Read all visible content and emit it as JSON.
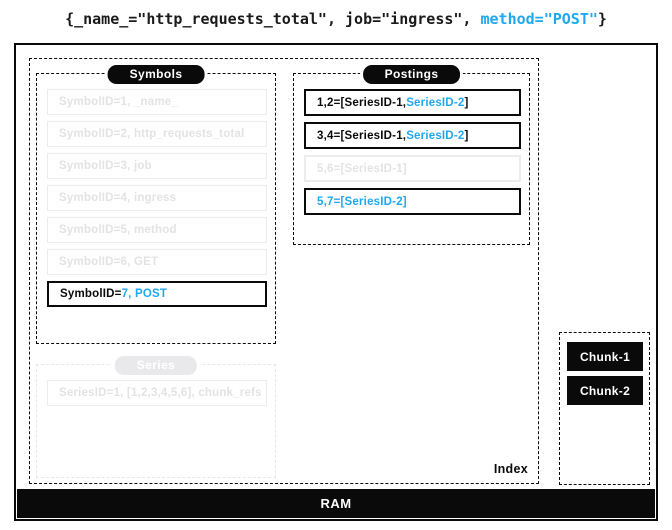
{
  "accent_color": "#1fa8f0",
  "dim_color": "#e3e3e6",
  "query": {
    "prefix": "{_name_=\"http_requests_total\", job=\"ingress\", ",
    "highlight": "method=\"POST\"",
    "suffix": "}"
  },
  "index": {
    "label": "Index",
    "symbols": {
      "label": "Symbols",
      "rows": [
        {
          "text": "SymbolID=1, _name_",
          "state": "dim"
        },
        {
          "text": "SymbolID=2, http_requests_total",
          "state": "dim"
        },
        {
          "text": "SymbolID=3, job",
          "state": "dim"
        },
        {
          "text": "SymbolID=4, ingress",
          "state": "dim"
        },
        {
          "text": "SymbolID=5, method",
          "state": "dim"
        },
        {
          "text": "SymbolID=6, GET",
          "state": "dim"
        },
        {
          "prefix": "SymbolID=",
          "highlight": "7, POST",
          "state": "active"
        }
      ]
    },
    "postings": {
      "label": "Postings",
      "rows": [
        {
          "prefix": "1,2=[SeriesID-1,",
          "highlight": "SeriesID-2",
          "suffix": "]",
          "state": "active"
        },
        {
          "prefix": "3,4=[SeriesID-1,",
          "highlight": "SeriesID-2",
          "suffix": "]",
          "state": "active"
        },
        {
          "text": "5,6=[SeriesID-1]",
          "state": "dim"
        },
        {
          "highlight": "5,7=[SeriesID-2]",
          "state": "active-highlight"
        }
      ]
    },
    "series": {
      "label": "Series",
      "rows": [
        {
          "text": "SeriesID=1, [1,2,3,4,5,6], chunk_refs",
          "state": "dim"
        }
      ]
    }
  },
  "chunks": {
    "items": [
      {
        "label": "Chunk-1"
      },
      {
        "label": "Chunk-2"
      }
    ]
  },
  "ram": {
    "label": "RAM"
  }
}
